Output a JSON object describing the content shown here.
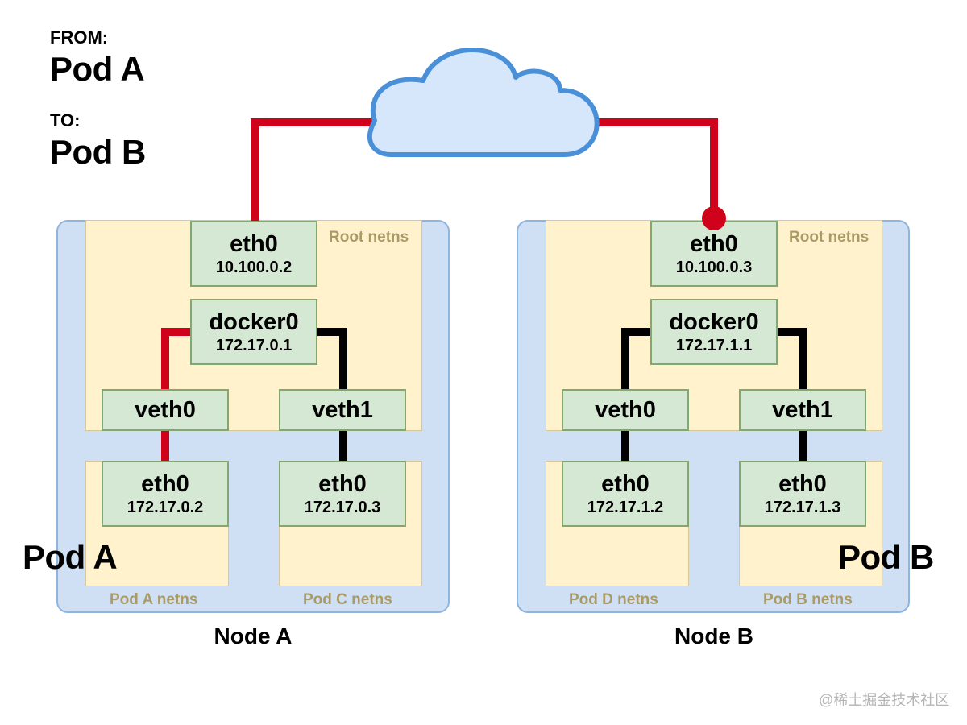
{
  "header": {
    "from_label": "FROM:",
    "from_value": "Pod A",
    "to_label": "TO:",
    "to_value": "Pod B"
  },
  "colors": {
    "path": "#d0021b",
    "link": "#000000",
    "node_fill": "#cfe0f5",
    "netns_fill": "#fff2cc",
    "iface_fill": "#d5e8d4",
    "cloud_fill": "#d6e7fb",
    "cloud_stroke": "#4a90d9"
  },
  "node_a": {
    "label": "Node A",
    "root_netns_label": "Root netns",
    "eth0": {
      "name": "eth0",
      "ip": "10.100.0.2"
    },
    "docker0": {
      "name": "docker0",
      "ip": "172.17.0.1"
    },
    "veth0": {
      "name": "veth0"
    },
    "veth1": {
      "name": "veth1"
    },
    "pod_left": {
      "netns_label": "Pod A netns",
      "name": "eth0",
      "ip": "172.17.0.2"
    },
    "pod_right": {
      "netns_label": "Pod C netns",
      "name": "eth0",
      "ip": "172.17.0.3"
    },
    "pod_label": "Pod A"
  },
  "node_b": {
    "label": "Node B",
    "root_netns_label": "Root netns",
    "eth0": {
      "name": "eth0",
      "ip": "10.100.0.3"
    },
    "docker0": {
      "name": "docker0",
      "ip": "172.17.1.1"
    },
    "veth0": {
      "name": "veth0"
    },
    "veth1": {
      "name": "veth1"
    },
    "pod_left": {
      "netns_label": "Pod D netns",
      "name": "eth0",
      "ip": "172.17.1.2"
    },
    "pod_right": {
      "netns_label": "Pod B netns",
      "name": "eth0",
      "ip": "172.17.1.3"
    },
    "pod_label": "Pod B"
  },
  "watermark": "@稀土掘金技术社区"
}
